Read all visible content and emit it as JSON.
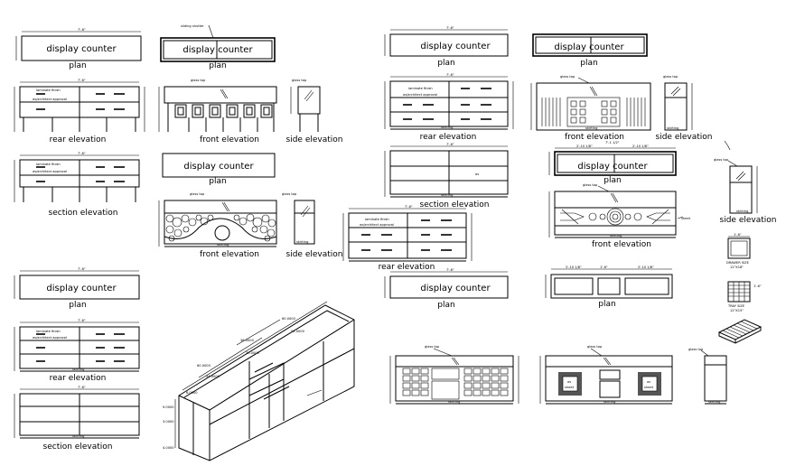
{
  "labels": {
    "display_counter": "display counter",
    "plan": "plan",
    "rear_elevation": "rear elevation",
    "front_elevation": "front elevation",
    "side_elevation": "side elevation",
    "section_elevation": "section elevation"
  },
  "notes": {
    "sliding_shutter": "sliding shutter",
    "glass_top": "glass top",
    "laminate_finish": "laminate finish",
    "architect_approval": "as/architect approval",
    "skirting": "skirting",
    "as": "as",
    "sheet": "sheet",
    "as_sheet": "as sheet",
    "drawer_size": "DRAWER SIZE",
    "drawer_dim": "12\"X18\"",
    "tray_size": "TRAY SIZE",
    "tray_dim": "12\"X15\"",
    "dim_7_6": "7'-6\"",
    "dim_1_6": "1'-6\"",
    "dim_3_0": "3'-0\"",
    "dim_2_10": "2'-10 1/8\"",
    "dim_7_1": "7'-1 1/2\""
  },
  "iso_dims": [
    "60.0000",
    "54.0000",
    "54.0000",
    "60.0000",
    "36.0000",
    "30.0000",
    "9.0000",
    "3.0000",
    "4.0000",
    "6.0000"
  ]
}
